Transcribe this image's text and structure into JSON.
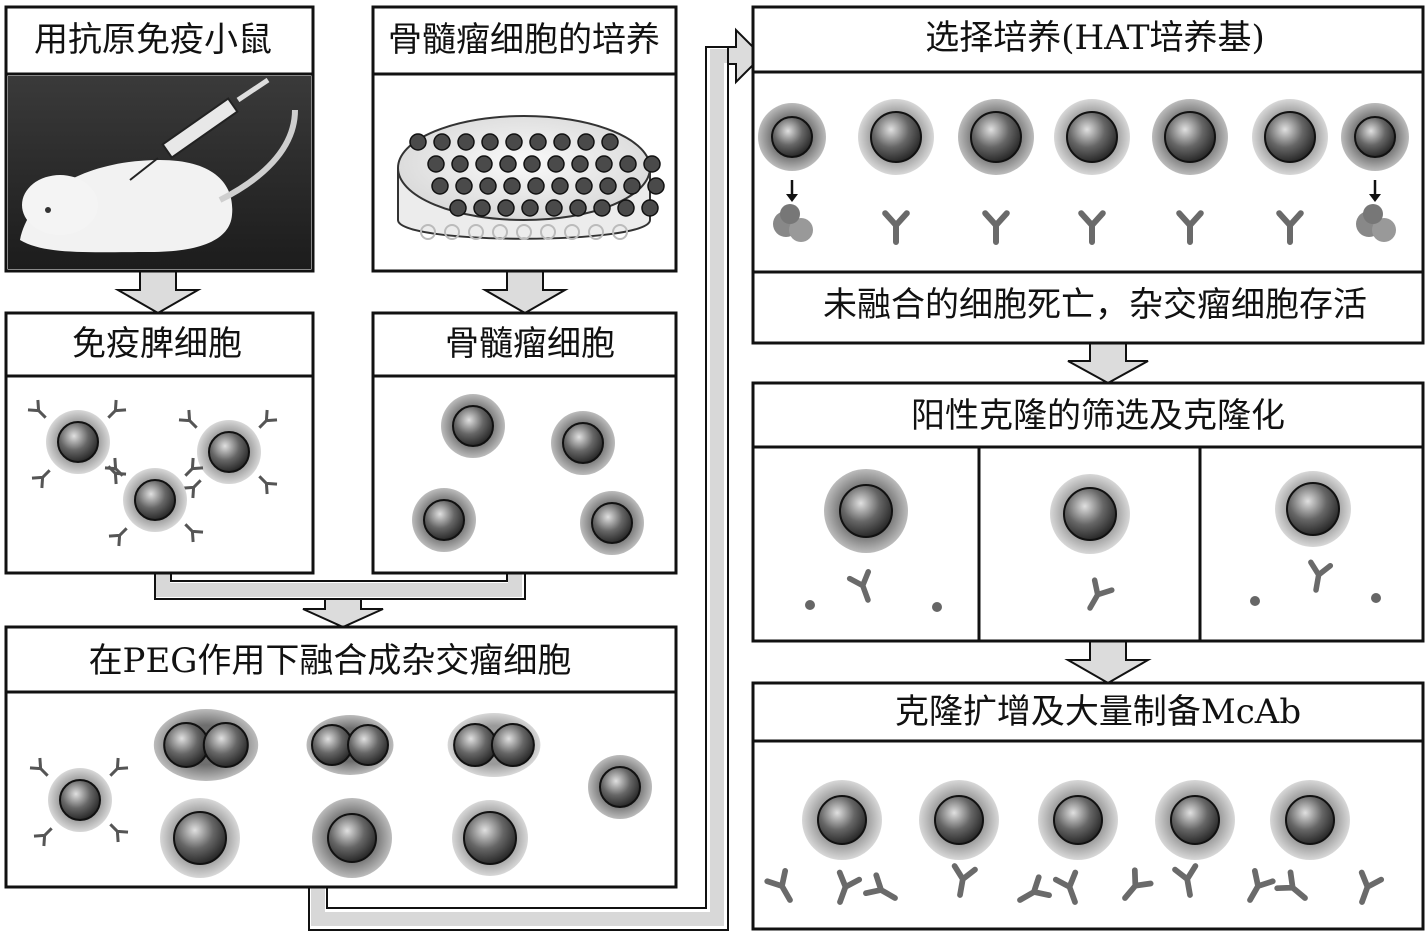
{
  "panels": {
    "immunize": {
      "title": "用抗原免疫小鼠"
    },
    "myeloma_culture": {
      "title": "骨髓瘤细胞的培养"
    },
    "spleen_cells": {
      "title": "免疫脾细胞"
    },
    "myeloma_cells": {
      "title": "骨髓瘤细胞"
    },
    "fusion": {
      "title": "在PEG作用下融合成杂交瘤细胞"
    },
    "hat_selection": {
      "title": "选择培养(HAT培养基)",
      "caption": "未融合的细胞死亡，杂交瘤细胞存活"
    },
    "positive_clone": {
      "title": "阳性克隆的筛选及克隆化"
    },
    "expansion": {
      "title": "克隆扩增及大量制备McAb"
    }
  },
  "colors": {
    "line": "#111111",
    "arrow_fill": "#dcdcdc",
    "cell_core": "#555555",
    "cell_ring": "#aaaaaa",
    "antibody": "#777777"
  }
}
